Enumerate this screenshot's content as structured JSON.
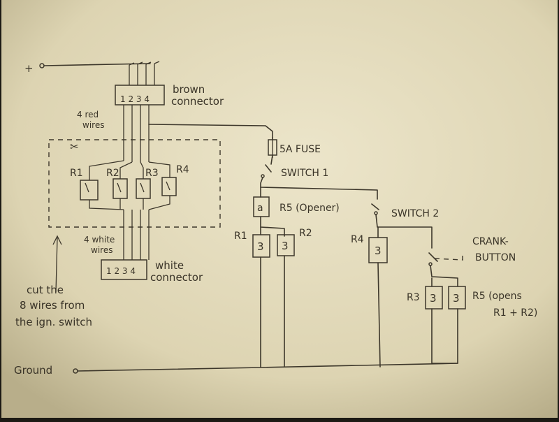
{
  "labels": {
    "plus": "+",
    "brown_connector_1": "brown",
    "brown_connector_2": "connector",
    "brown_pins": "1 2 3 4",
    "red_wires_1": "4 red",
    "red_wires_2": "wires",
    "r1": "R1",
    "r2": "R2",
    "r3": "R3",
    "r4": "R4",
    "white_wires_1": "4 white",
    "white_wires_2": "wires",
    "white_pins": "1 2 3 4",
    "white_connector_1": "white",
    "white_connector_2": "connector",
    "cut_note_1": "cut the",
    "cut_note_2": "8 wires from",
    "cut_note_3": "the ign. switch",
    "fuse": "5A FUSE",
    "switch1": "SWITCH 1",
    "switch2": "SWITCH 2",
    "r5_opener": "R5 (Opener)",
    "r1_b": "R1",
    "r2_b": "R2",
    "r4_b": "R4",
    "crank_1": "CRANK-",
    "crank_2": "BUTTON",
    "r3_b": "R3",
    "r5_opens_1": "R5 (opens",
    "r5_opens_2": "R1 + R2)",
    "ground": "Ground",
    "coil_mark": "3",
    "contact_mark": "a"
  },
  "colors": {
    "paper": "#e9e2c6",
    "ink": "#3d372b"
  }
}
